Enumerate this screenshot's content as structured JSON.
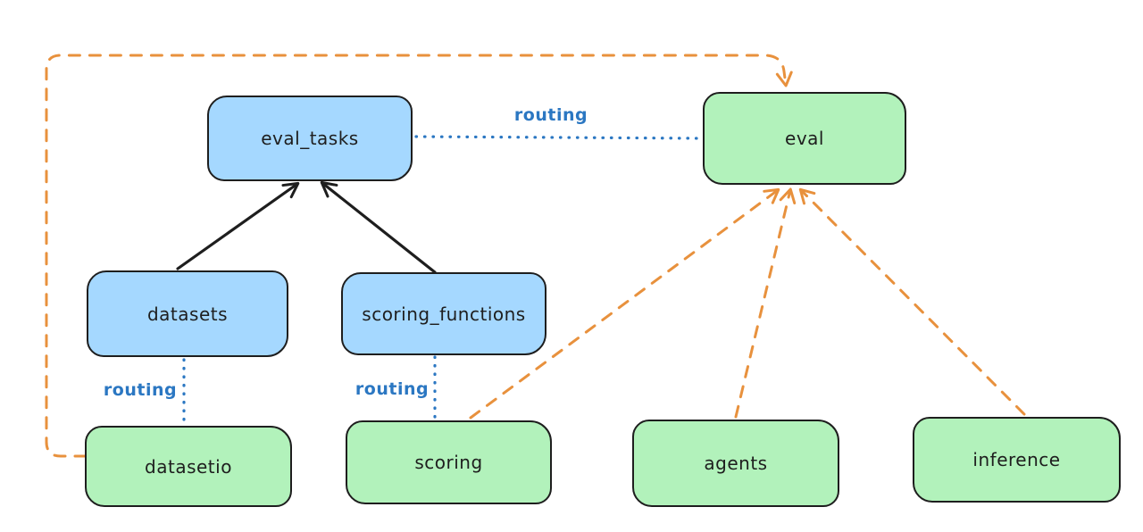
{
  "diagram": {
    "type": "architecture-flowchart",
    "background": "#ffffff",
    "colors": {
      "api_box_fill": "#a5d8ff",
      "provider_box_fill": "#b2f2bb",
      "box_stroke": "#1e1e1e",
      "routing_blue": "#2b77c2",
      "dependency_orange": "#e8913d"
    },
    "nodes": {
      "eval_tasks": {
        "label": "eval_tasks",
        "fill": "#a5d8ff"
      },
      "eval": {
        "label": "eval",
        "fill": "#b2f2bb"
      },
      "datasets": {
        "label": "datasets",
        "fill": "#a5d8ff"
      },
      "scoring_functions": {
        "label": "scoring_functions",
        "fill": "#a5d8ff"
      },
      "datasetio": {
        "label": "datasetio",
        "fill": "#b2f2bb"
      },
      "scoring": {
        "label": "scoring",
        "fill": "#b2f2bb"
      },
      "agents": {
        "label": "agents",
        "fill": "#b2f2bb"
      },
      "inference": {
        "label": "inference",
        "fill": "#b2f2bb"
      }
    },
    "edge_labels": {
      "routing_eval_tasks_eval": "routing",
      "routing_datasets_datasetio": "routing",
      "routing_scoring_functions_scoring": "routing"
    },
    "edges": [
      {
        "from": "datasets",
        "to": "eval_tasks",
        "style": "solid",
        "color": "#1e1e1e",
        "arrow": true
      },
      {
        "from": "scoring_functions",
        "to": "eval_tasks",
        "style": "solid",
        "color": "#1e1e1e",
        "arrow": true
      },
      {
        "from": "eval_tasks",
        "to": "eval",
        "style": "dotted",
        "color": "#2b77c2",
        "label": "routing",
        "arrow": false
      },
      {
        "from": "datasets",
        "to": "datasetio",
        "style": "dotted",
        "color": "#2b77c2",
        "label": "routing",
        "arrow": false
      },
      {
        "from": "scoring_functions",
        "to": "scoring",
        "style": "dotted",
        "color": "#2b77c2",
        "label": "routing",
        "arrow": false
      },
      {
        "from": "scoring",
        "to": "eval",
        "style": "dashed",
        "color": "#e8913d",
        "arrow": true
      },
      {
        "from": "agents",
        "to": "eval",
        "style": "dashed",
        "color": "#e8913d",
        "arrow": true
      },
      {
        "from": "inference",
        "to": "eval",
        "style": "dashed",
        "color": "#e8913d",
        "arrow": true
      },
      {
        "from": "datasetio",
        "to": "eval",
        "style": "dashed",
        "color": "#e8913d",
        "arrow": true,
        "route": "left-side-then-top"
      }
    ]
  }
}
